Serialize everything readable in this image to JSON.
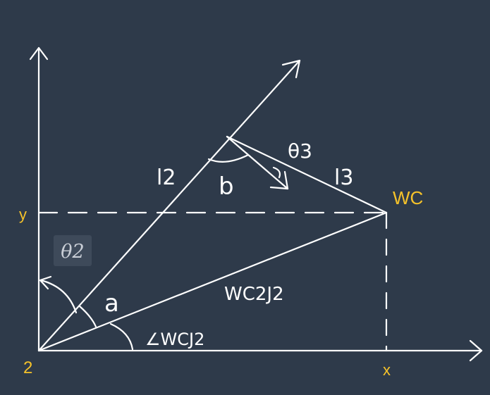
{
  "colors": {
    "background": "#2e3a4a",
    "lines": "#ffffff",
    "axis_labels": "#f5c22a",
    "theta2_box": "#3e4a5a",
    "theta2_text": "#c9ced6"
  },
  "labels": {
    "y_axis": "y",
    "x_axis": "x",
    "origin": "2",
    "wrist_center": "WC",
    "theta2": "θ2",
    "theta3": "θ3",
    "link_l2": "l2",
    "link_l3": "l3",
    "angle_a": "a",
    "angle_b": "b",
    "segment_wc2j2": "WC2J2",
    "angle_wcj2": "∠WCJ2"
  }
}
